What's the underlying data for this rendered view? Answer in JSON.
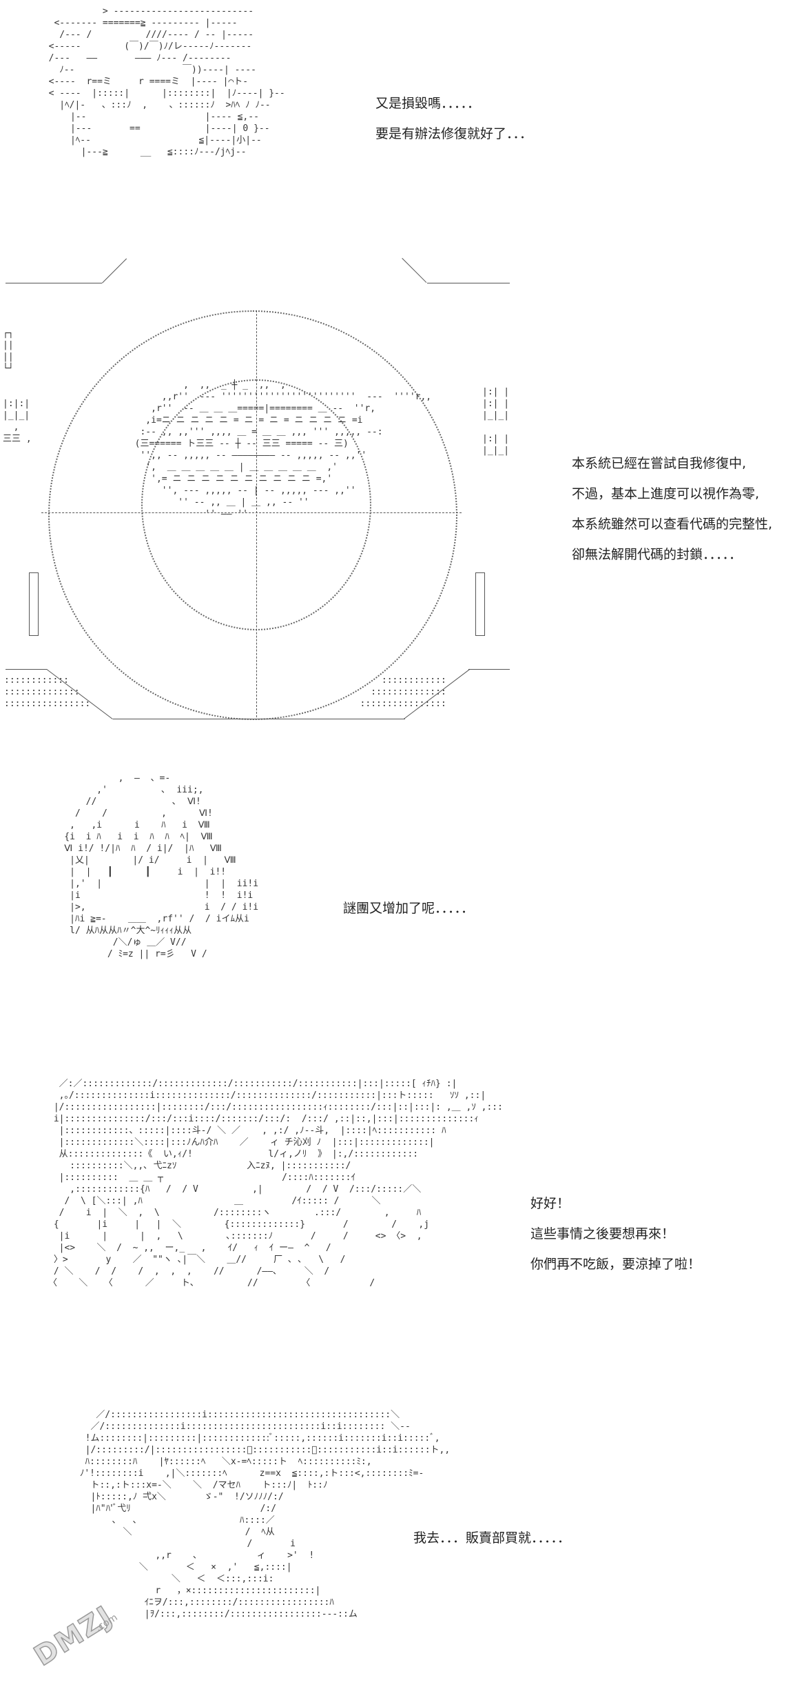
{
  "panels": [
    {
      "name": "panel-face-closeup",
      "lines": [
        "又是損毀嗎．．．．．",
        "要是有辦法修復就好了．．．"
      ]
    },
    {
      "name": "panel-system-core",
      "lines": [
        "本系統已經在嘗試自我修復中,",
        "不過，基本上進度可以視作為零,",
        "本系統雖然可以查看代碼的完整性,",
        "卻無法解開代碼的封鎖．．．．．"
      ]
    },
    {
      "name": "panel-long-hair-girl",
      "lines": [
        "謎團又增加了呢．．．．．"
      ]
    },
    {
      "name": "panel-angry-group",
      "lines": [
        "好好！",
        "這些事情之後要想再來！",
        "你們再不吃飯，要涼掉了啦！"
      ]
    },
    {
      "name": "panel-leaving-girl",
      "lines": [
        "我去．．．販賣部買就．．．．．"
      ]
    }
  ],
  "watermark": {
    "text": "DMZJ",
    "subtext": ".com"
  }
}
